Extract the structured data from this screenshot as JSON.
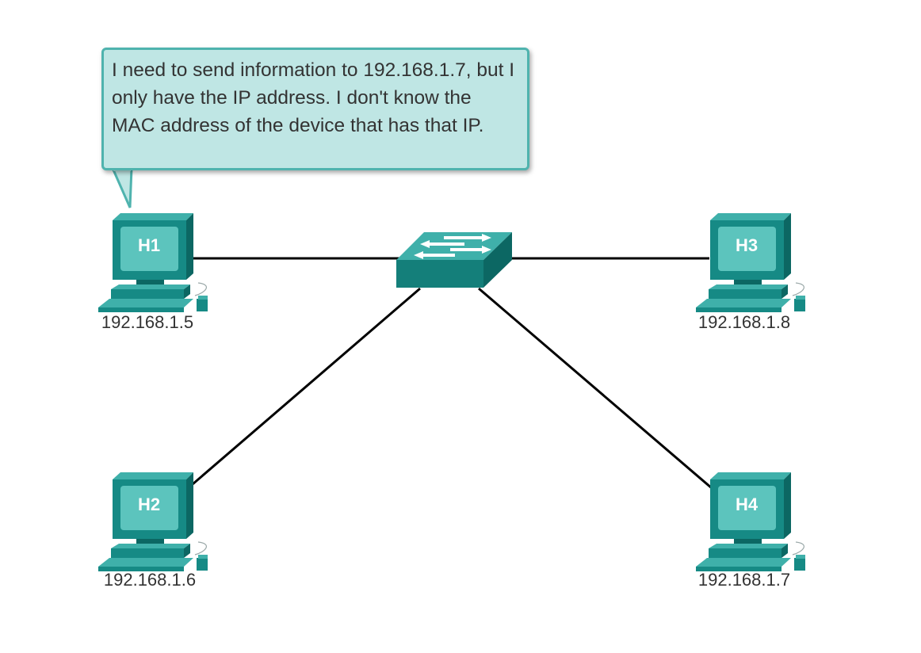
{
  "callout": {
    "text": "I need to send information to 192.168.1.7, but I only have the IP address. I don't know the MAC address of the device that has that IP."
  },
  "hosts": [
    {
      "id": "H1",
      "label": "H1",
      "ip": "192.168.1.5"
    },
    {
      "id": "H2",
      "label": "H2",
      "ip": "192.168.1.6"
    },
    {
      "id": "H3",
      "label": "H3",
      "ip": "192.168.1.8"
    },
    {
      "id": "H4",
      "label": "H4",
      "ip": "192.168.1.7"
    }
  ],
  "switch": {
    "icon": "switch-icon"
  },
  "colors": {
    "teal": "#1a8f8a",
    "teal_dark": "#0c6763",
    "callout_fill": "#bfe6e4",
    "callout_border": "#4fb3ae",
    "link": "#000000"
  }
}
